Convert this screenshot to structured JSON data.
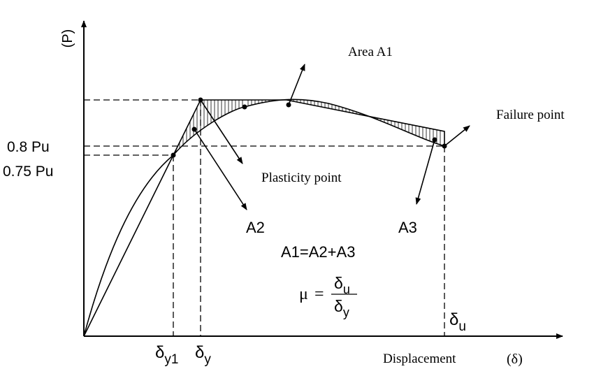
{
  "axes": {
    "y_label": "(P)",
    "x_label": "Displacement",
    "x_symbol": "(δ)"
  },
  "load_levels": {
    "p08": "0.8 Pu",
    "p075": "0.75 Pu"
  },
  "displacement_marks": {
    "dy1_base": "δ",
    "dy1_sub": "y1",
    "dy_base": "δ",
    "dy_sub": "y",
    "du_base": "δ",
    "du_sub": "u"
  },
  "annotations": {
    "area_a1": "Area A1",
    "failure_point": "Failure point",
    "plasticity_point": "Plasticity point",
    "a2": "A2",
    "a3": "A3",
    "equation": "A1=A2+A3"
  },
  "ductility_formula": {
    "mu": "μ",
    "equals": "=",
    "num_base": "δ",
    "num_sub": "u",
    "den_base": "δ",
    "den_sub": "y"
  }
}
